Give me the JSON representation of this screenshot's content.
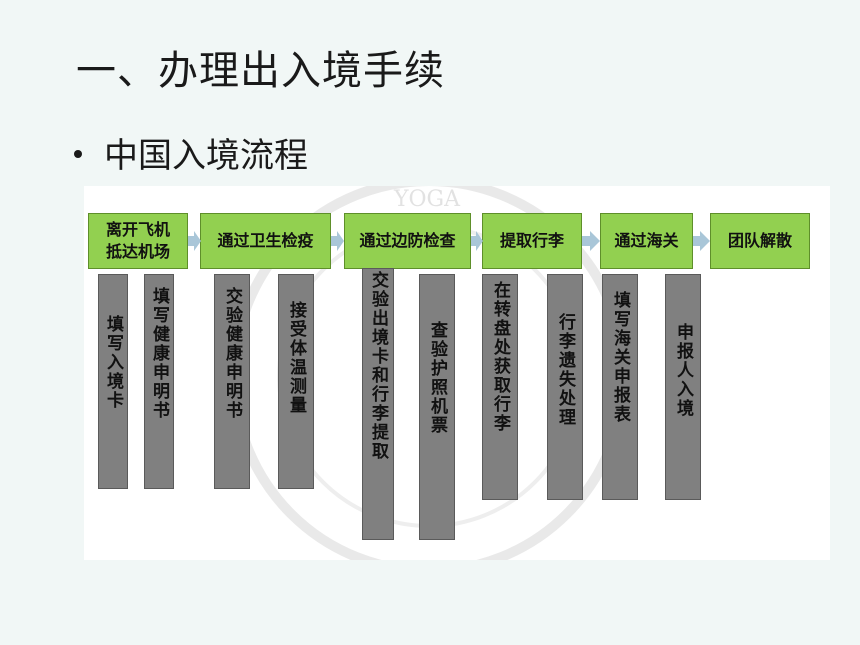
{
  "slide": {
    "title": "一、办理出入境手续",
    "bullet": "中国入境流程"
  },
  "flow": {
    "steps": [
      {
        "label": "离开飞机\n抵达机场"
      },
      {
        "label": "通过卫生检疫"
      },
      {
        "label": "通过边防检查"
      },
      {
        "label": "提取行李"
      },
      {
        "label": "通过海关"
      },
      {
        "label": "团队解散"
      }
    ],
    "details": [
      {
        "text": "填写入境卡"
      },
      {
        "text": "填写健康申明书"
      },
      {
        "text": "交验健康申明书"
      },
      {
        "text": "接受体温测量"
      },
      {
        "text": "交验出境卡和行李提取"
      },
      {
        "text": "查验护照机票"
      },
      {
        "text": "在转盘处获取行李"
      },
      {
        "text": "行李遗失处理"
      },
      {
        "text": "填写海关申报表"
      },
      {
        "text": "申报人入境"
      }
    ]
  },
  "colors": {
    "step_fill": "#92d050",
    "detail_fill": "#808080",
    "arrow": "#a9c6d8"
  },
  "watermark": {
    "text": "YOGA"
  }
}
